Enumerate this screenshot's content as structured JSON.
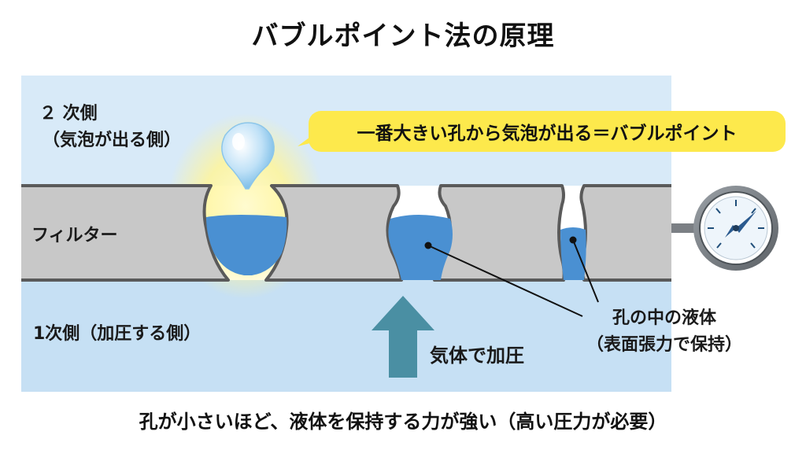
{
  "title": "バブルポイント法の原理",
  "labels": {
    "secondary_side_line1": "２ 次側",
    "secondary_side_line2": "（気泡が出る側）",
    "filter": "フィルター",
    "primary_side": "1次側（加圧する側）",
    "gas_pressure": "気体で加圧",
    "liquid_in_pore_line1": "孔の中の液体",
    "liquid_in_pore_line2": "（表面張力で保持）"
  },
  "callout": "一番大きい孔から気泡が出る＝バブルポイント",
  "footer": "孔が小さいほど、液体を保持する力が強い（高い圧力が必要）",
  "colors": {
    "secondary_bg": "#d8eaf8",
    "primary_bg": "#c6e0f4",
    "filter_fill": "#c8c8c8",
    "filter_stroke": "#5a5a5a",
    "liquid": "#4a90d2",
    "arrow": "#4a8fa3",
    "callout": "#fde94c",
    "glow": "#fff59a"
  },
  "icons": [
    "bubble-icon",
    "pressure-gauge-icon",
    "up-arrow-icon"
  ]
}
